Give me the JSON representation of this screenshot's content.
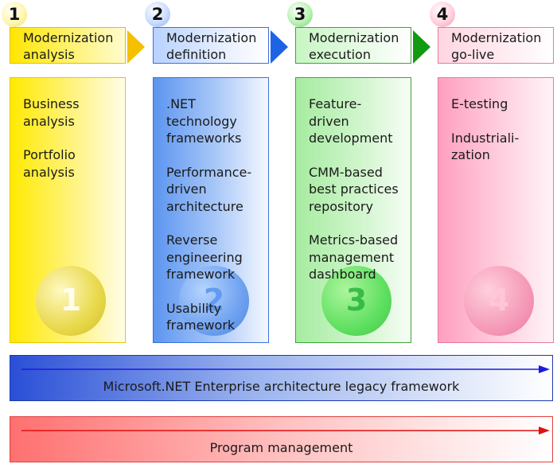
{
  "phases": [
    {
      "number": "1",
      "title_lines": [
        "Modernization",
        "analysis"
      ],
      "items": [
        [
          "Business",
          "analysis"
        ],
        [
          "Portfolio",
          "analysis"
        ]
      ],
      "watermark": "1",
      "color": "#ffe600"
    },
    {
      "number": "2",
      "title_lines": [
        "Modernization",
        "definition"
      ],
      "items": [
        [
          ".NET",
          "technology",
          "frameworks"
        ],
        [
          "Performance-",
          "driven",
          "architecture"
        ],
        [
          "Reverse",
          "engineering",
          "framework"
        ],
        [
          "Usability",
          "framework"
        ]
      ],
      "watermark": "2",
      "color": "#3a6fe0"
    },
    {
      "number": "3",
      "title_lines": [
        "Modernization",
        "execution"
      ],
      "items": [
        [
          "Feature-",
          "driven",
          "development"
        ],
        [
          "CMM-based",
          "best practices",
          "repository"
        ],
        [
          "Metrics-based",
          "management",
          "dashboard"
        ]
      ],
      "watermark": "3",
      "color": "#3aa63a"
    },
    {
      "number": "4",
      "title_lines": [
        "Modernization",
        "go-live"
      ],
      "items": [
        [
          "E-testing"
        ],
        [
          "Industriali-",
          "zation"
        ]
      ],
      "watermark": "4",
      "color": "#e77aa0"
    }
  ],
  "banners": {
    "framework": {
      "text": "Microsoft.NET Enterprise architecture legacy framework",
      "arrow_color": "#1a1ae0"
    },
    "program": {
      "text": "Program management",
      "arrow_color": "#e01010"
    }
  }
}
